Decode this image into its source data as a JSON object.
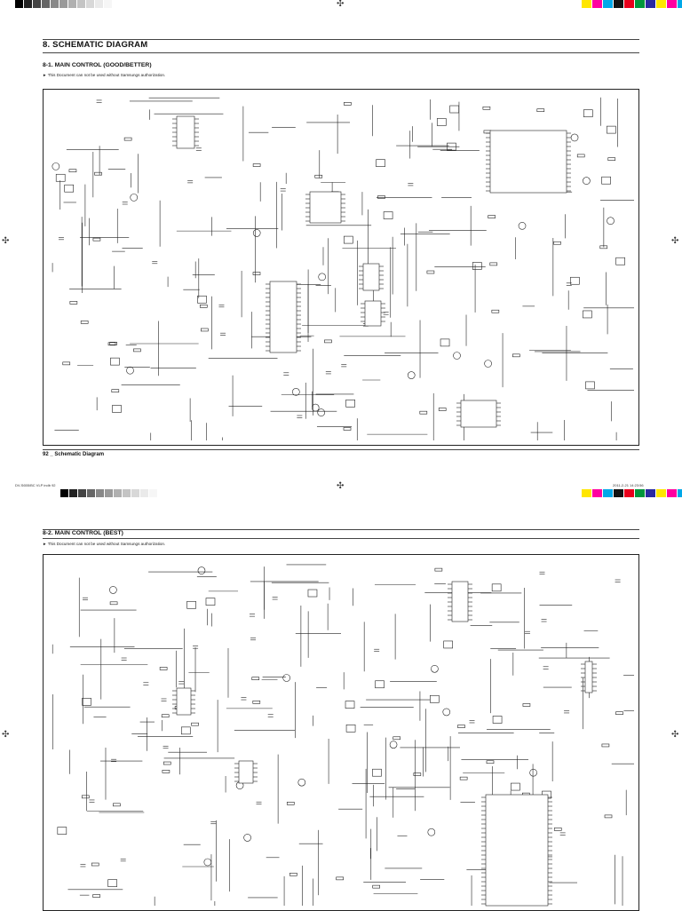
{
  "top": {
    "gray_steps": [
      "#000000",
      "#222222",
      "#444444",
      "#666666",
      "#888888",
      "#9a9a9a",
      "#b0b0b0",
      "#c4c4c4",
      "#d8d8d8",
      "#eaeaea",
      "#f6f6f6"
    ],
    "color_steps": [
      "#ffe600",
      "#ff00a0",
      "#00a8e8",
      "#111111",
      "#e8001c",
      "#00963c",
      "#2a2aa0",
      "#ffe600",
      "#ff00a0",
      "#00a8e8",
      "#f2f2f2"
    ],
    "reg_mark": "✣"
  },
  "section": {
    "title": "8.  SCHEMATIC DIAGRAM"
  },
  "diagram1": {
    "title": "8-1.  MAIN CONTROL (GOOD/BETTER)",
    "note": "►  This Document can not be used without Samsungs authorization."
  },
  "page_footer": "92 _ Schematic Diagram",
  "slug": {
    "left": "DV-S655/BC VLP indb  92",
    "right": "2011-2-21   14:23:56"
  },
  "diagram2": {
    "title": "8-2.  MAIN CONTROL (BEST)",
    "note": "►  This Document can not be used without Samsungs authorization."
  }
}
